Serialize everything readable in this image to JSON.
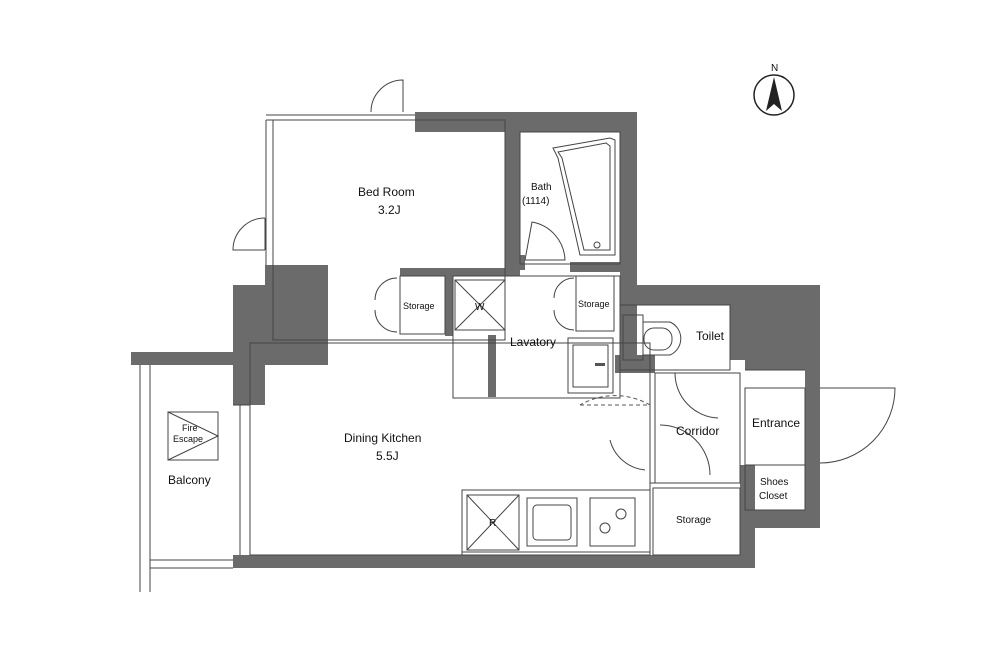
{
  "rooms": {
    "bedroom": {
      "name": "Bed Room",
      "size": "3.2J"
    },
    "bath": {
      "name": "Bath",
      "code": "(1114)"
    },
    "storage_bed": "Storage",
    "washer": "W",
    "storage_lav": "Storage",
    "lavatory": "Lavatory",
    "toilet": "Toilet",
    "dining": {
      "name": "Dining Kitchen",
      "size": "5.5J"
    },
    "fire_escape": {
      "line1": "Fire",
      "line2": "Escape"
    },
    "balcony": "Balcony",
    "corridor": "Corridor",
    "entrance": "Entrance",
    "shoes": {
      "line1": "Shoes",
      "line2": "Closet"
    },
    "storage_main": "Storage",
    "fridge": "R"
  },
  "compass": {
    "label": "N"
  },
  "colors": {
    "wall": "#6b6b6b",
    "line": "#444444",
    "background": "#ffffff"
  }
}
